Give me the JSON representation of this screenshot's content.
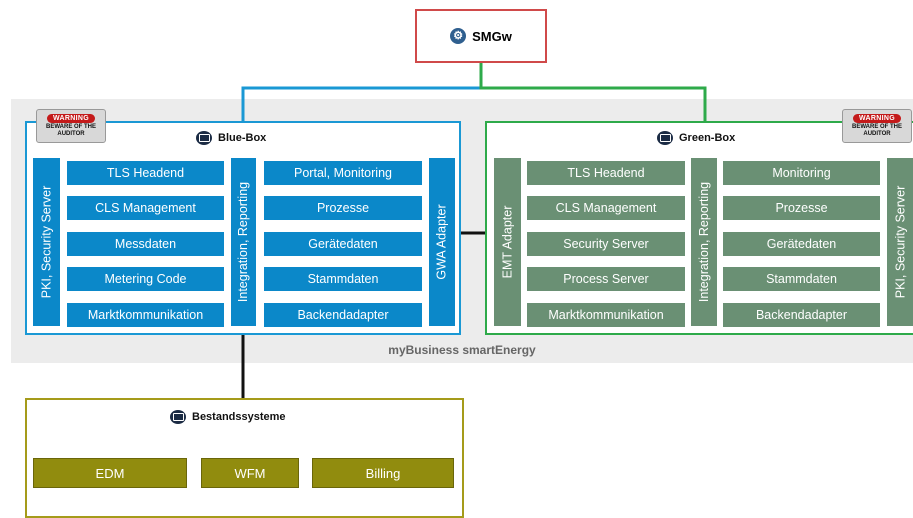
{
  "smgw": {
    "label": "SMGw",
    "icon": "gear-icon"
  },
  "band_label": "myBusiness smartEnergy",
  "warning_sign": {
    "top": "WARNING",
    "line1": "BEWARE OF THE",
    "line2": "AUDITOR"
  },
  "blue_box": {
    "title": "Blue-Box",
    "left_vertical": "PKI, Security Server",
    "col1": [
      "TLS Headend",
      "CLS Management",
      "Messdaten",
      "Metering Code",
      "Marktkommunikation"
    ],
    "middle_vertical": "Integration, Reporting",
    "col2": [
      "Portal, Monitoring",
      "Prozesse",
      "Gerätedaten",
      "Stammdaten",
      "Backendadapter"
    ],
    "right_vertical": "GWA Adapter"
  },
  "green_box": {
    "title": "Green-Box",
    "left_vertical": "EMT Adapter",
    "col1": [
      "TLS Headend",
      "CLS Management",
      "Security Server",
      "Process Server",
      "Marktkommunikation"
    ],
    "middle_vertical": "Integration, Reporting",
    "col2": [
      "Monitoring",
      "Prozesse",
      "Gerätedaten",
      "Stammdaten",
      "Backendadapter"
    ],
    "right_vertical": "PKI, Security Server"
  },
  "legacy_box": {
    "title": "Bestandssysteme",
    "items": [
      "EDM",
      "WFM",
      "Billing"
    ]
  },
  "colors": {
    "blue": "#0b88c9",
    "green_cell": "#6a9074",
    "green_border": "#2eaa4a",
    "olive": "#918c0e",
    "smgw_border": "#d04a4a",
    "warning_red": "#c41a1a"
  }
}
